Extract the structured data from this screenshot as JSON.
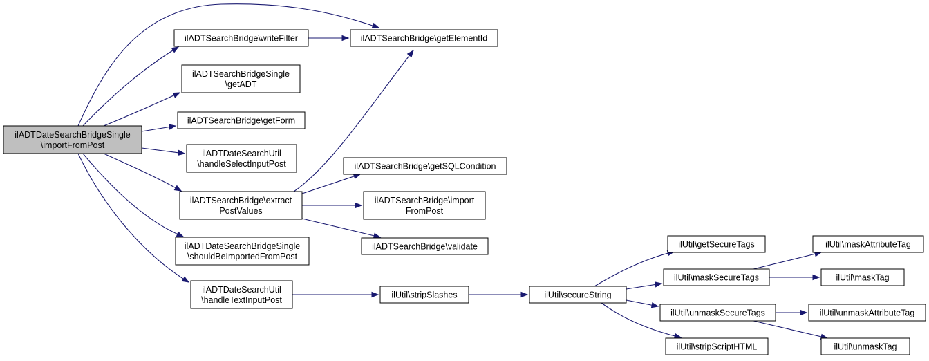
{
  "nodes": [
    {
      "id": "root",
      "lines": [
        "ilADTDateSearchBridgeSingle",
        "\\importFromPost"
      ]
    },
    {
      "id": "writeFilter",
      "lines": [
        "ilADTSearchBridge\\writeFilter"
      ]
    },
    {
      "id": "getElementId",
      "lines": [
        "ilADTSearchBridge\\getElementId"
      ]
    },
    {
      "id": "getADT",
      "lines": [
        "ilADTSearchBridgeSingle",
        "\\getADT"
      ]
    },
    {
      "id": "getForm",
      "lines": [
        "ilADTSearchBridge\\getForm"
      ]
    },
    {
      "id": "handleSelectInputPost",
      "lines": [
        "ilADTDateSearchUtil",
        "\\handleSelectInputPost"
      ]
    },
    {
      "id": "extractPostValues",
      "lines": [
        "ilADTSearchBridge\\extract",
        "PostValues"
      ]
    },
    {
      "id": "getSQLCondition",
      "lines": [
        "ilADTSearchBridge\\getSQLCondition"
      ]
    },
    {
      "id": "bridgeImportFromPost",
      "lines": [
        "ilADTSearchBridge\\import",
        "FromPost"
      ]
    },
    {
      "id": "validate",
      "lines": [
        "ilADTSearchBridge\\validate"
      ]
    },
    {
      "id": "shouldBeImportedFromPost",
      "lines": [
        "ilADTDateSearchBridgeSingle",
        "\\shouldBeImportedFromPost"
      ]
    },
    {
      "id": "handleTextInputPost",
      "lines": [
        "ilADTDateSearchUtil",
        "\\handleTextInputPost"
      ]
    },
    {
      "id": "stripSlashes",
      "lines": [
        "ilUtil\\stripSlashes"
      ]
    },
    {
      "id": "secureString",
      "lines": [
        "ilUtil\\secureString"
      ]
    },
    {
      "id": "getSecureTags",
      "lines": [
        "ilUtil\\getSecureTags"
      ]
    },
    {
      "id": "maskSecureTags",
      "lines": [
        "ilUtil\\maskSecureTags"
      ]
    },
    {
      "id": "unmaskSecureTags",
      "lines": [
        "ilUtil\\unmaskSecureTags"
      ]
    },
    {
      "id": "stripScriptHTML",
      "lines": [
        "ilUtil\\stripScriptHTML"
      ]
    },
    {
      "id": "maskAttributeTag",
      "lines": [
        "ilUtil\\maskAttributeTag"
      ]
    },
    {
      "id": "maskTag",
      "lines": [
        "ilUtil\\maskTag"
      ]
    },
    {
      "id": "unmaskAttributeTag",
      "lines": [
        "ilUtil\\unmaskAttributeTag"
      ]
    },
    {
      "id": "unmaskTag",
      "lines": [
        "ilUtil\\unmaskTag"
      ]
    }
  ],
  "edges": [
    {
      "from": "root",
      "to": "getElementId"
    },
    {
      "from": "root",
      "to": "writeFilter"
    },
    {
      "from": "root",
      "to": "getADT"
    },
    {
      "from": "root",
      "to": "getForm"
    },
    {
      "from": "root",
      "to": "handleSelectInputPost"
    },
    {
      "from": "root",
      "to": "extractPostValues"
    },
    {
      "from": "root",
      "to": "shouldBeImportedFromPost"
    },
    {
      "from": "root",
      "to": "handleTextInputPost"
    },
    {
      "from": "writeFilter",
      "to": "getElementId"
    },
    {
      "from": "extractPostValues",
      "to": "getElementId"
    },
    {
      "from": "extractPostValues",
      "to": "getSQLCondition"
    },
    {
      "from": "extractPostValues",
      "to": "bridgeImportFromPost"
    },
    {
      "from": "extractPostValues",
      "to": "validate"
    },
    {
      "from": "handleTextInputPost",
      "to": "stripSlashes"
    },
    {
      "from": "stripSlashes",
      "to": "secureString"
    },
    {
      "from": "secureString",
      "to": "getSecureTags"
    },
    {
      "from": "secureString",
      "to": "maskSecureTags"
    },
    {
      "from": "secureString",
      "to": "unmaskSecureTags"
    },
    {
      "from": "secureString",
      "to": "stripScriptHTML"
    },
    {
      "from": "maskSecureTags",
      "to": "maskAttributeTag"
    },
    {
      "from": "maskSecureTags",
      "to": "maskTag"
    },
    {
      "from": "unmaskSecureTags",
      "to": "unmaskAttributeTag"
    },
    {
      "from": "unmaskSecureTags",
      "to": "unmaskTag"
    }
  ]
}
